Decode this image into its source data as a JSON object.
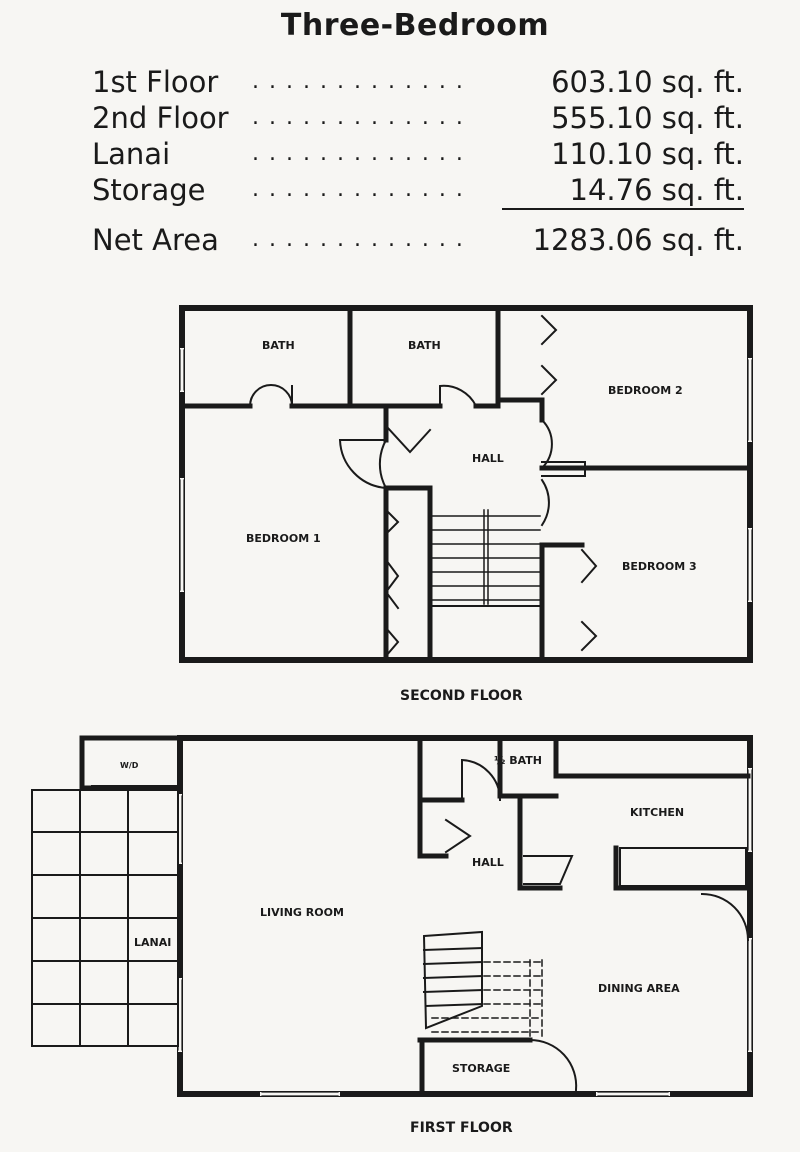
{
  "title": "Three-Bedroom",
  "areas": [
    {
      "label": "1st Floor",
      "value": "603.10 sq. ft."
    },
    {
      "label": "2nd Floor",
      "value": "555.10 sq. ft."
    },
    {
      "label": "Lanai",
      "value": "110.10 sq. ft."
    },
    {
      "label": "Storage",
      "value": "14.76 sq. ft."
    }
  ],
  "net": {
    "label": "Net Area",
    "value": "1283.06 sq. ft."
  },
  "second_floor": {
    "caption": "SECOND FLOOR",
    "rooms": {
      "bath1": "BATH",
      "bath2": "BATH",
      "bedroom2": "BEDROOM 2",
      "hall": "HALL",
      "bedroom1": "BEDROOM 1",
      "bedroom3": "BEDROOM 3"
    }
  },
  "first_floor": {
    "caption": "FIRST FLOOR",
    "rooms": {
      "wd": "W/D",
      "half_bath": "½ BATH",
      "kitchen": "KITCHEN",
      "hall": "HALL",
      "living": "LIVING ROOM",
      "lanai": "LANAI",
      "dining": "DINING AREA",
      "storage": "STORAGE"
    }
  },
  "colors": {
    "ink": "#1a1a1a",
    "paper": "#f7f6f3"
  }
}
